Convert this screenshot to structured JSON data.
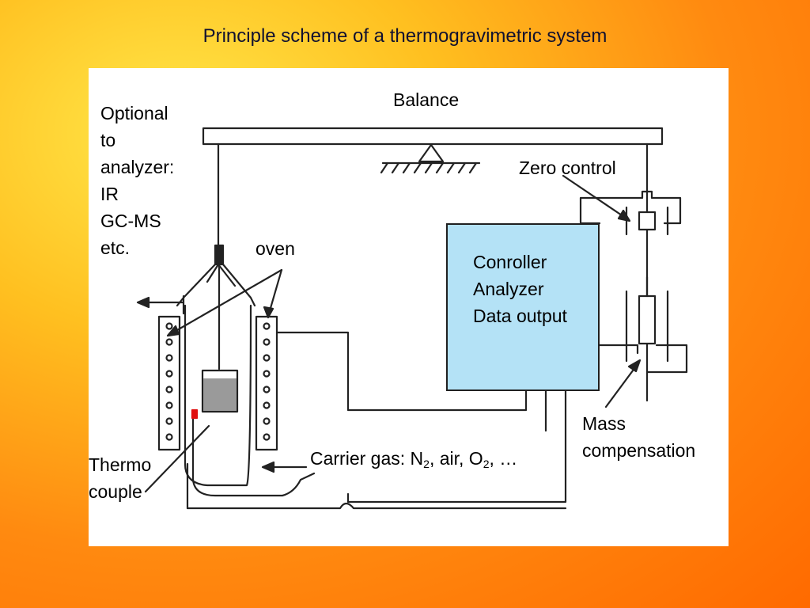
{
  "title": "Principle scheme of a thermogravimetric system",
  "labels": {
    "balance": "Balance",
    "optional": [
      "Optional",
      "to",
      "analyzer:",
      "IR",
      "GC-MS",
      "etc."
    ],
    "oven": "oven",
    "zero_control": "Zero control",
    "controller": [
      "Conroller",
      "Analyzer",
      "Data output"
    ],
    "mass_compensation": [
      "Mass",
      "compensation"
    ],
    "thermocouple": [
      "Thermo",
      "couple"
    ],
    "carrier_gas": {
      "prefix": "Carrier gas: N",
      "sub1": "2",
      "mid": ", air, O",
      "sub2": "2",
      "suffix": ", …"
    }
  },
  "colors": {
    "background_inner": "#ffe84a",
    "background_outer": "#ff6a00",
    "panel": "#ffffff",
    "controller_box": "#b4e2f6",
    "thermocouple_tip": "#e01010"
  }
}
